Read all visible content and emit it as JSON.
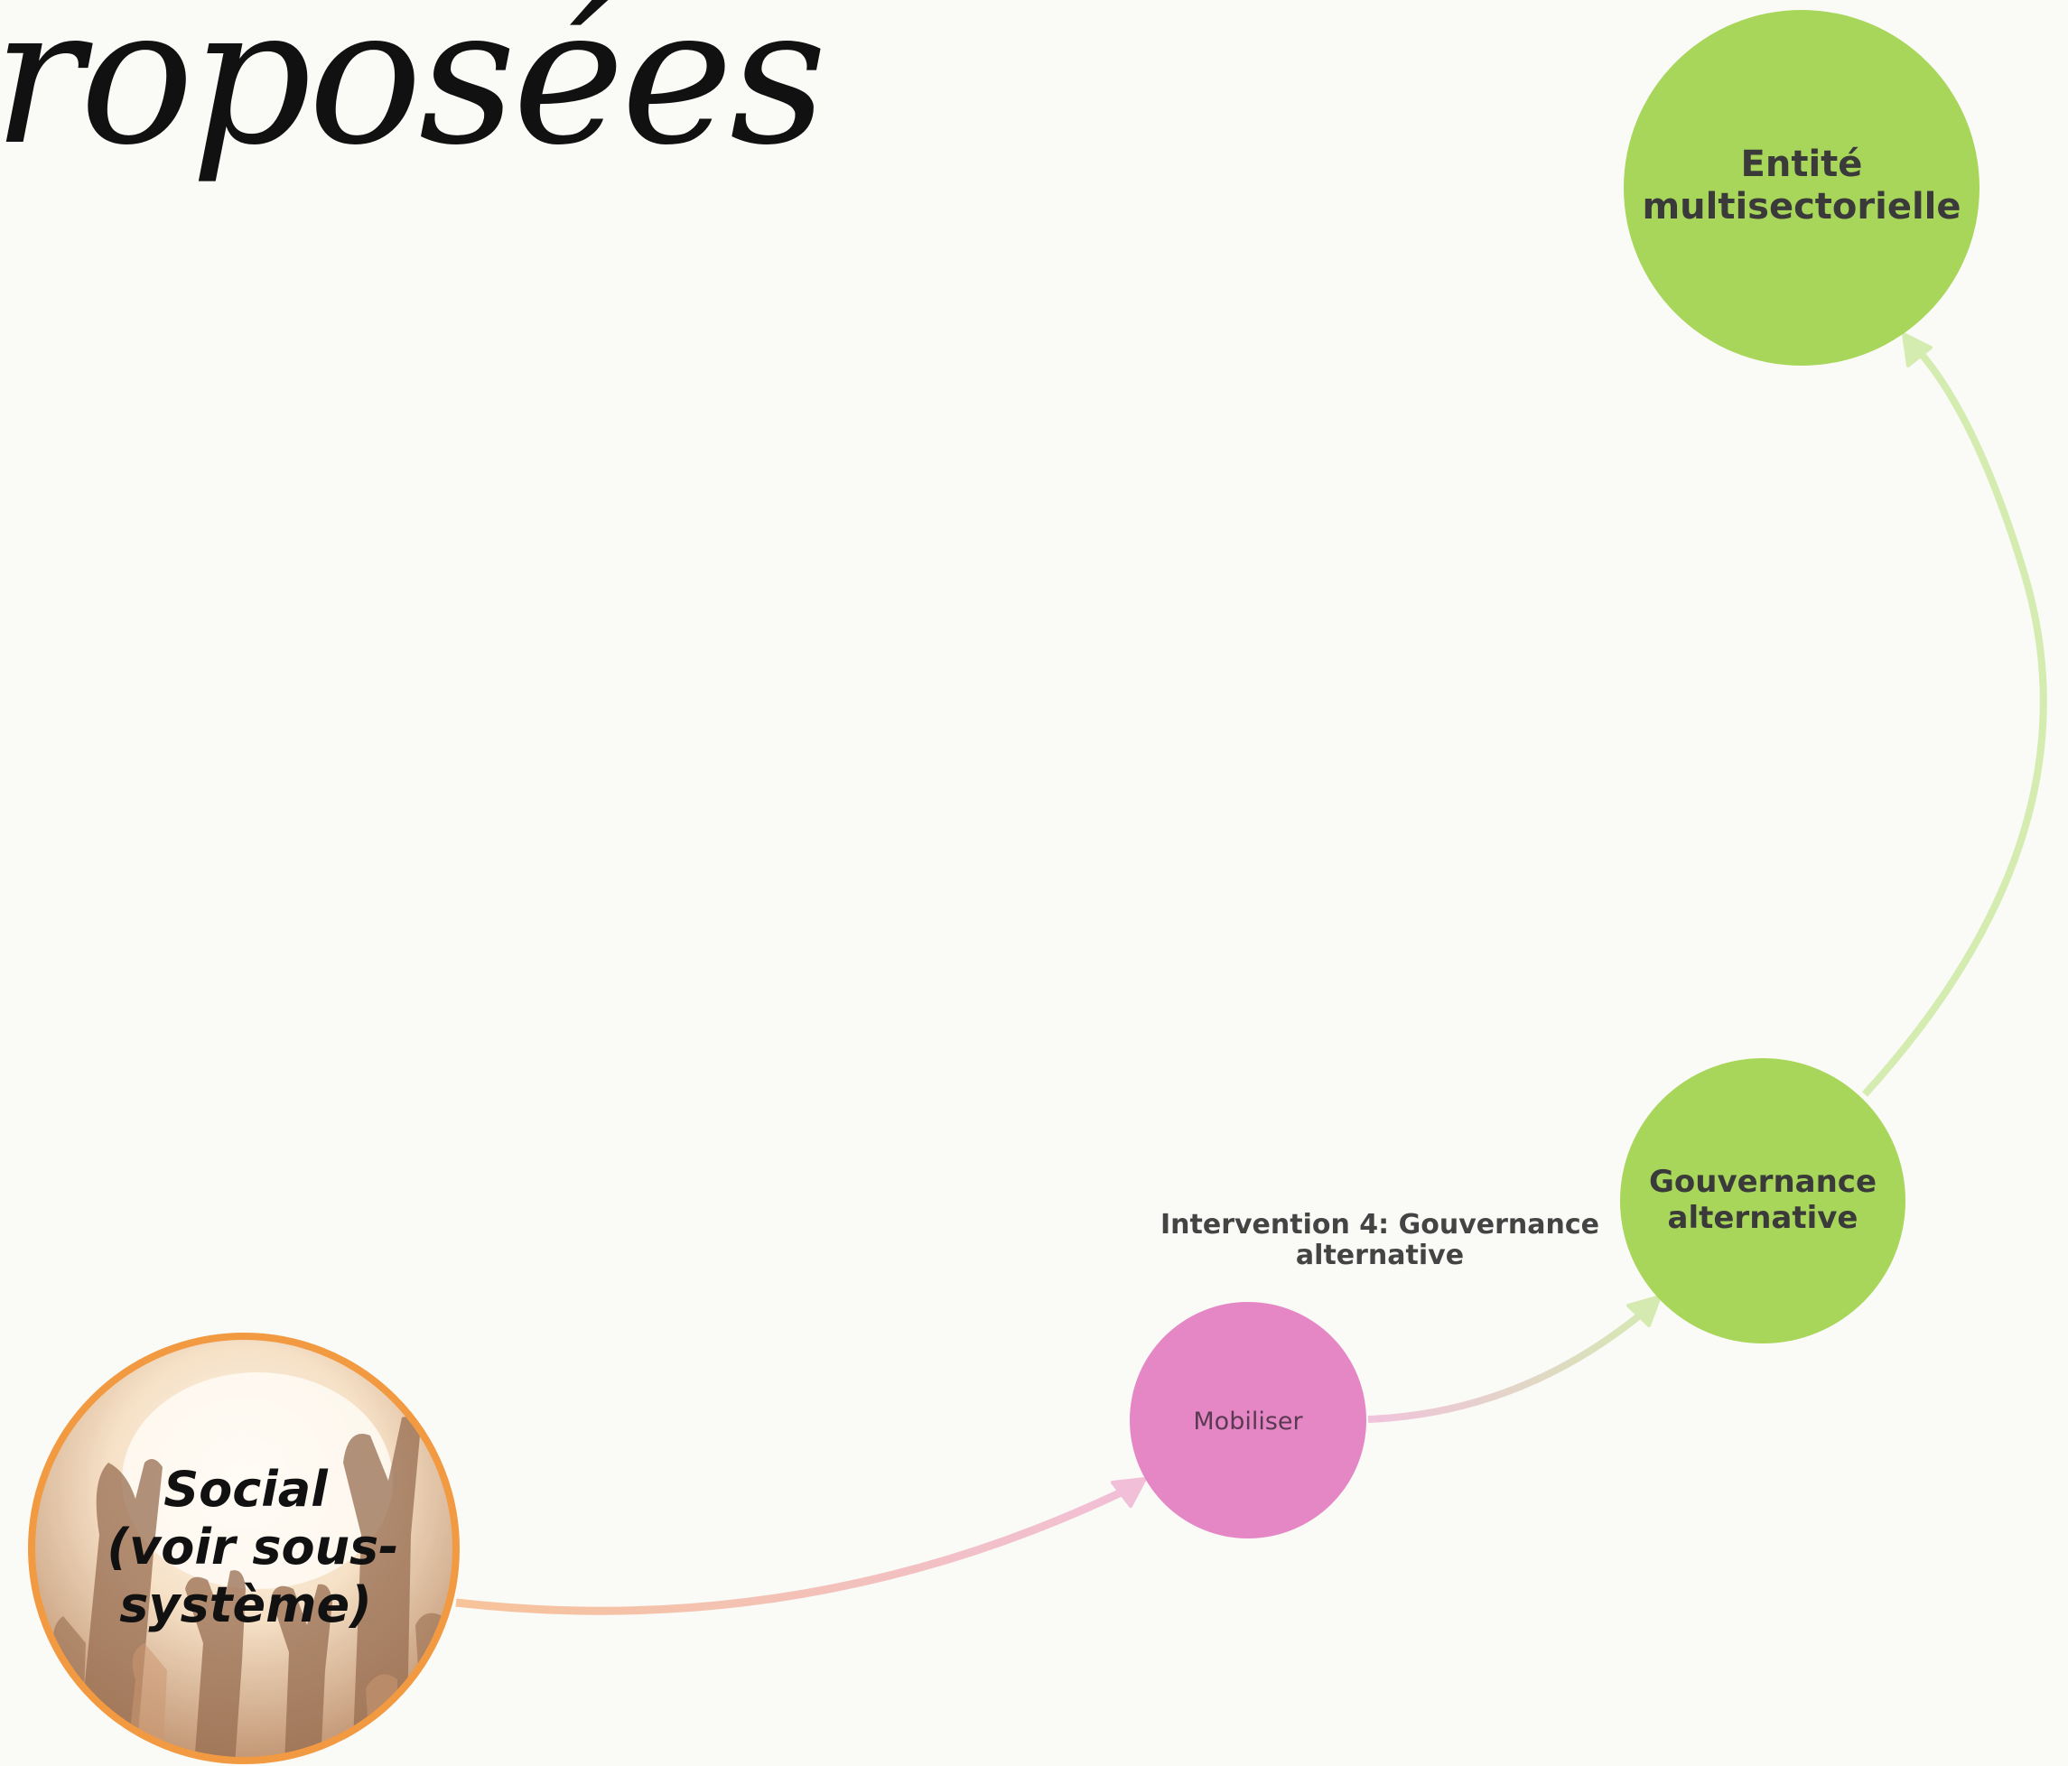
{
  "title": "roposées",
  "nodes": {
    "social": {
      "line1": "Social",
      "line2": "(voir sous-",
      "line3": "système)",
      "ring_color": "#f29a42"
    },
    "mobiliser": {
      "label": "Mobiliser",
      "color": "#e587c5"
    },
    "gouvernance": {
      "line1": "Gouvernance",
      "line2": "alternative",
      "color": "#a8d65a"
    },
    "entite": {
      "line1": "Entité",
      "line2": "multisectorielle",
      "color": "#a8d65a"
    }
  },
  "edges": {
    "intervention_label": {
      "line1": "Intervention 4: Gouvernance",
      "line2": "alternative"
    }
  }
}
